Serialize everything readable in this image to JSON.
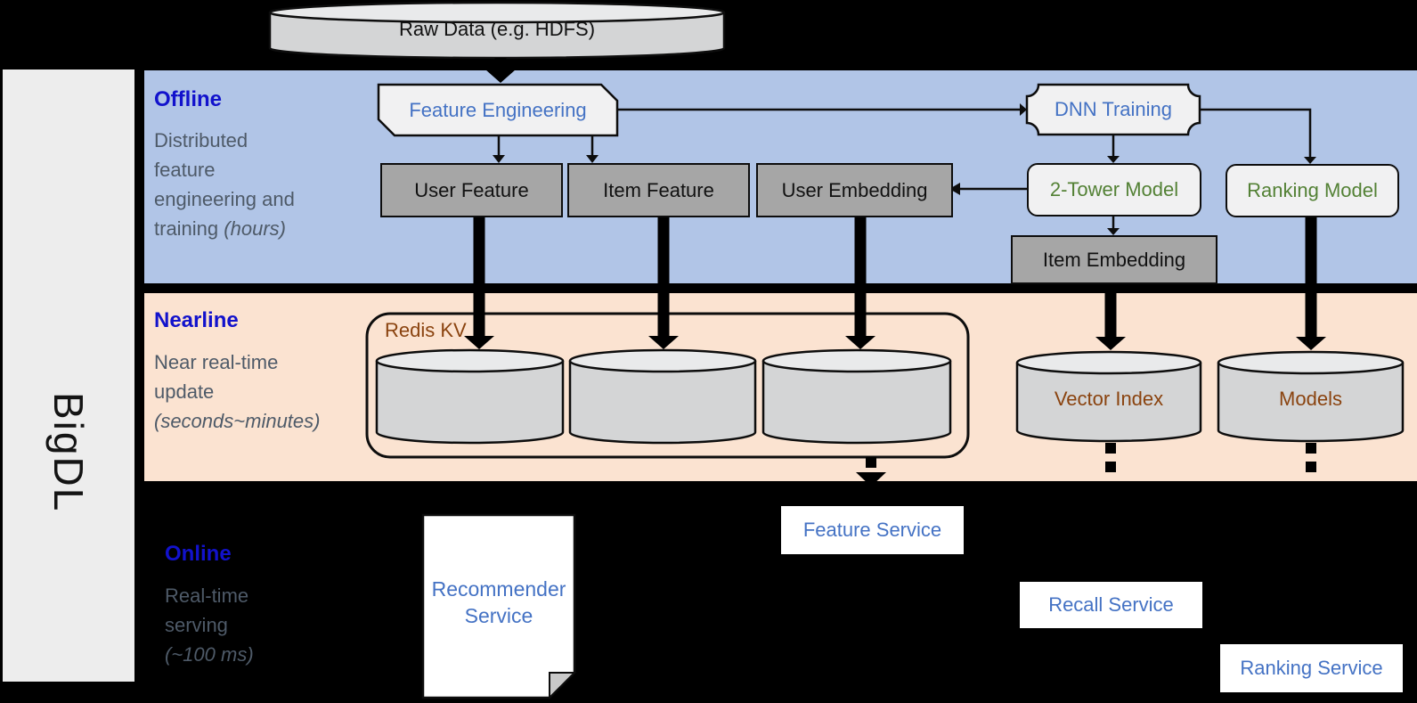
{
  "brand": {
    "name": "BigDL"
  },
  "colors": {
    "offline_band": "#b1c5e7",
    "nearline_band": "#fbe3d1",
    "sidebar_gray": "#ededed",
    "node_light": "#f1f1f2",
    "node_dark": "#a6a6a6",
    "cylinder_gray": "#d4d5d6",
    "accent_blue": "#4472c4",
    "accent_green": "#538135",
    "accent_brown": "#8a430f",
    "lane_title_blue": "#1212cc",
    "lane_desc_slate": "#4e5a68"
  },
  "datastore": {
    "raw_data": "Raw Data (e.g. HDFS)"
  },
  "lanes": {
    "offline": {
      "title": "Offline",
      "desc_line1": "Distributed",
      "desc_line2": "feature",
      "desc_line3": "engineering and",
      "desc_line4": "training ",
      "desc_line4_italic": "(hours)"
    },
    "nearline": {
      "title": "Nearline",
      "desc_line1": "Near real-time",
      "desc_line2": "update",
      "desc_line3_italic": "(seconds~minutes)"
    },
    "online": {
      "title": "Online",
      "desc_line1": "Real-time",
      "desc_line2": "serving",
      "desc_line3_italic": "(~100 ms)"
    }
  },
  "offline_nodes": {
    "feature_engineering": "Feature Engineering",
    "dnn_training": "DNN Training",
    "user_feature": "User Feature",
    "item_feature": "Item Feature",
    "user_embedding": "User Embedding",
    "two_tower_model": "2-Tower Model",
    "ranking_model": "Ranking Model",
    "item_embedding": "Item Embedding"
  },
  "nearline_nodes": {
    "redis_group": "Redis KV",
    "vector_index": "Vector Index",
    "models": "Models"
  },
  "online_nodes": {
    "recommender_line1": "Recommender",
    "recommender_line2": "Service",
    "feature_service": "Feature Service",
    "recall_service": "Recall Service",
    "ranking_service": "Ranking Service"
  }
}
